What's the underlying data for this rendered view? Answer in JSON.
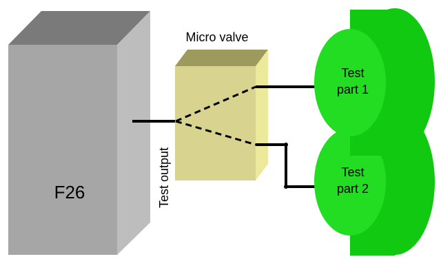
{
  "diagram": {
    "instrument_label": "F26",
    "valve_label": "Micro valve",
    "output_label": "Test output",
    "part1_line1": "Test",
    "part1_line2": "part 1",
    "part2_line1": "Test",
    "part2_line2": "part 2"
  },
  "colors": {
    "box_front": "#a6a6a6",
    "box_top": "#7a7a7a",
    "box_side": "#bdbdbd",
    "valve_front": "#d8d490",
    "valve_top": "#9c9a5c",
    "valve_side": "#ecea9a",
    "part_face": "#22dd22",
    "part_body": "#11c911",
    "line": "#000000"
  }
}
